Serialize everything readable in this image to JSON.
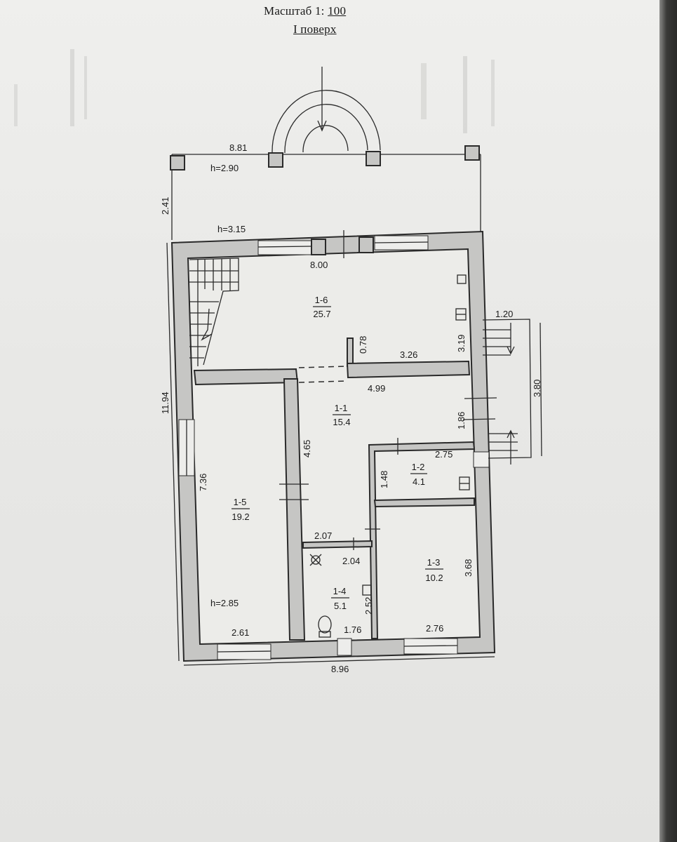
{
  "header": {
    "scale_prefix": "Масштаб 1:",
    "scale_value": "100",
    "floor": "I поверх"
  },
  "rooms": [
    {
      "id": "1-6",
      "area": "25.7"
    },
    {
      "id": "1-1",
      "area": "15.4"
    },
    {
      "id": "1-5",
      "area": "19.2"
    },
    {
      "id": "1-2",
      "area": "4.1"
    },
    {
      "id": "1-4",
      "area": "5.1"
    },
    {
      "id": "1-3",
      "area": "10.2"
    }
  ],
  "dimensions": {
    "porch_width": "8.81",
    "porch_height": "h=2.90",
    "porch_depth": "2.41",
    "floor_height": "h=3.15",
    "top_inner": "8.00",
    "steps_width": "1.20",
    "room16_side": "3.19",
    "short_wall": "0.78",
    "partition": "3.26",
    "side_steps": "3.80",
    "hall_width": "4.99",
    "total_depth": "11.94",
    "segment_186": "1.86",
    "room12_width": "2.75",
    "hall_depth": "4.65",
    "room12_depth": "1.48",
    "room15_depth": "7.36",
    "room14_width": "2.07",
    "room14_depth": "2.04",
    "room13_depth": "3.68",
    "room14_side": "2.52",
    "room15_height": "h=2.85",
    "room15_width": "2.61",
    "room14_bottom": "1.76",
    "room13_width": "2.76",
    "total_width": "8.96"
  }
}
